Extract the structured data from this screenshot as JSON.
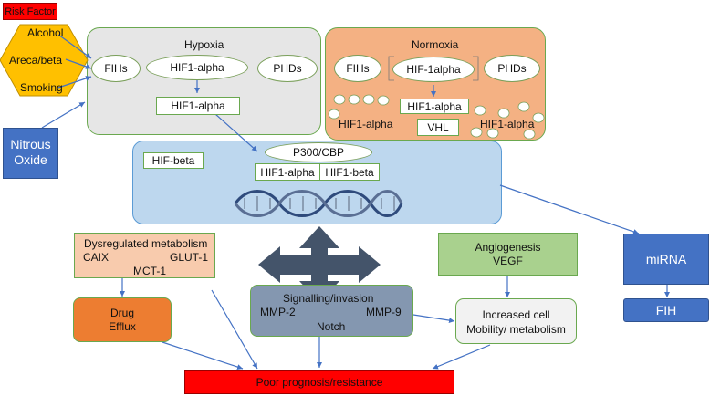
{
  "colors": {
    "risk_red": "#ff0000",
    "hexagon": "#ffc000",
    "hypoxia_bg": "#e6e6e6",
    "normoxia_bg": "#f4b183",
    "nucleus_bg": "#bdd7ee",
    "blue_box": "#4472c4",
    "peach": "#f8cbad",
    "green": "#a9d18e",
    "orange": "#ed7d31",
    "slate": "#8497b0",
    "arrow": "#4472c4",
    "cross_arrow": "#44546a"
  },
  "risk_factor": {
    "label": "Risk Factor",
    "items": [
      "Alcohol",
      "Areca/beta",
      "Smoking"
    ]
  },
  "nitrous_oxide": {
    "line1": "Nitrous",
    "line2": "Oxide"
  },
  "hypoxia": {
    "title": "Hypoxia",
    "fihs": "FIHs",
    "hif1_alpha": "HIF1-alpha",
    "phds": "PHDs",
    "hif1_alpha_box": "HIF1-alpha"
  },
  "normoxia": {
    "title": "Normoxia",
    "fihs": "FIHs",
    "hif1_alpha": "HIF-1alpha",
    "phds": "PHDs",
    "hif1_alpha_box": "HIF1-alpha",
    "hif1_alpha_left": "HIF1-alpha",
    "vhl": "VHL",
    "hif1_alpha_right": "HIF1-alpha"
  },
  "nucleus": {
    "p300": "P300/CBP",
    "hif_beta": "HIF-beta",
    "hif1_alpha": "HIF1-alpha",
    "hif1_beta": "HIF1-beta",
    "dna_icon": "dna-icon"
  },
  "metabolism": {
    "title": "Dysregulated metabolism",
    "caix": "CAIX",
    "glut1": "GLUT-1",
    "mct1": "MCT-1"
  },
  "angiogenesis": {
    "line1": "Angiogenesis",
    "line2": "VEGF"
  },
  "mirna": "miRNA",
  "fih": "FIH",
  "drug": {
    "line1": "Drug",
    "line2": "Efflux"
  },
  "signalling": {
    "title": "Signalling/invasion",
    "mmp2": "MMP-2",
    "mmp9": "MMP-9",
    "notch": "Notch"
  },
  "increased": {
    "line1": "Increased cell",
    "line2": "Mobility/ metabolism"
  },
  "poor_prognosis": "Poor prognosis/resistance"
}
